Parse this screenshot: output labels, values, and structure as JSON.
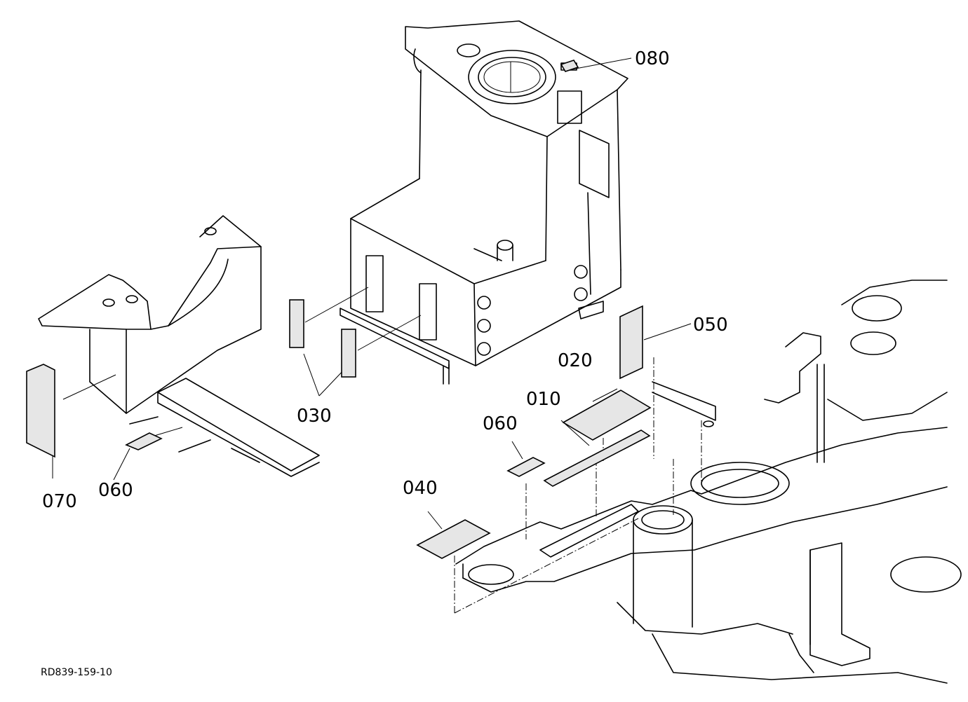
{
  "callouts": {
    "p010": "010",
    "p020": "020",
    "p030": "030",
    "p040": "040",
    "p050": "050",
    "p060a": "060",
    "p060b": "060",
    "p070": "070",
    "p080": "080"
  },
  "drawing_ref": "RD839-159-10"
}
